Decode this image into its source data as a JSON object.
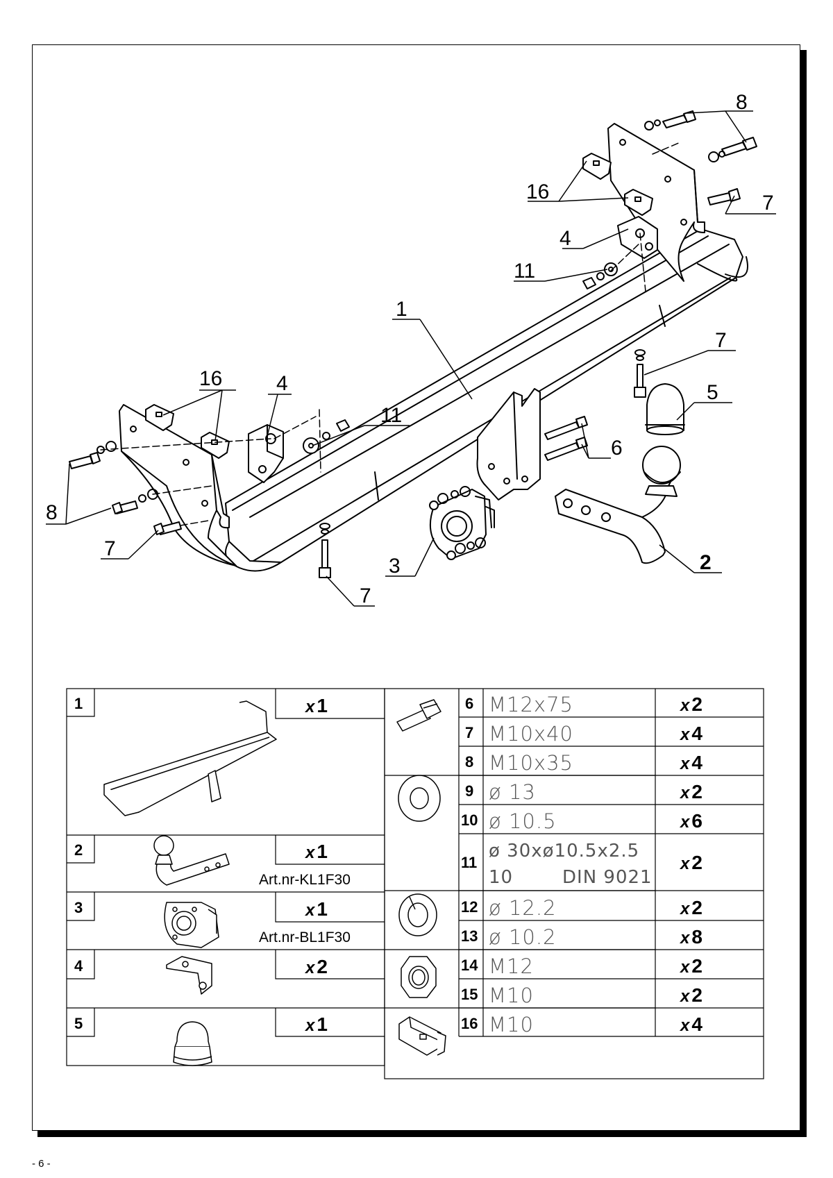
{
  "callouts": {
    "c8_top": "8",
    "c16_right": "16",
    "c7_right_top": "7",
    "c4_right": "4",
    "c11_right": "11",
    "c1": "1",
    "c7_mid": "7",
    "c5": "5",
    "c16_left": "16",
    "c4_left": "4",
    "c11_left": "11",
    "c6": "6",
    "c8_left": "8",
    "c7_left": "7",
    "c3": "3",
    "c2": "2",
    "c7_bottom": "7"
  },
  "parts_left": [
    {
      "num": "1",
      "qty_prefix": "x",
      "qty": "1",
      "art": ""
    },
    {
      "num": "2",
      "qty_prefix": "x",
      "qty": "1",
      "art": "Art.nr-KL1F30"
    },
    {
      "num": "3",
      "qty_prefix": "x",
      "qty": "1",
      "art": "Art.nr-BL1F30"
    },
    {
      "num": "4",
      "qty_prefix": "x",
      "qty": "2",
      "art": ""
    },
    {
      "num": "5",
      "qty_prefix": "x",
      "qty": "1",
      "art": ""
    }
  ],
  "parts_right": [
    {
      "num": "6",
      "spec": "M12x75",
      "qty_prefix": "x",
      "qty": "2"
    },
    {
      "num": "7",
      "spec": "M10x40",
      "qty_prefix": "x",
      "qty": "4"
    },
    {
      "num": "8",
      "spec": "M10x35",
      "qty_prefix": "x",
      "qty": "4"
    },
    {
      "num": "9",
      "spec": "ø 13",
      "qty_prefix": "x",
      "qty": "2"
    },
    {
      "num": "10",
      "spec": "ø 10.5",
      "qty_prefix": "x",
      "qty": "6"
    },
    {
      "num": "11",
      "spec": "ø 30xø10.5x2.5",
      "spec2a": "10",
      "spec2b": "DIN 9021",
      "qty_prefix": "x",
      "qty": "2"
    },
    {
      "num": "12",
      "spec": "ø 12.2",
      "qty_prefix": "x",
      "qty": "2"
    },
    {
      "num": "13",
      "spec": "ø 10.2",
      "qty_prefix": "x",
      "qty": "8"
    },
    {
      "num": "14",
      "spec": "M12",
      "qty_prefix": "x",
      "qty": "2"
    },
    {
      "num": "15",
      "spec": "M10",
      "qty_prefix": "x",
      "qty": "2"
    },
    {
      "num": "16",
      "spec": "M10",
      "qty_prefix": "x",
      "qty": "4"
    }
  ],
  "footer": {
    "page": "- 6 -"
  }
}
